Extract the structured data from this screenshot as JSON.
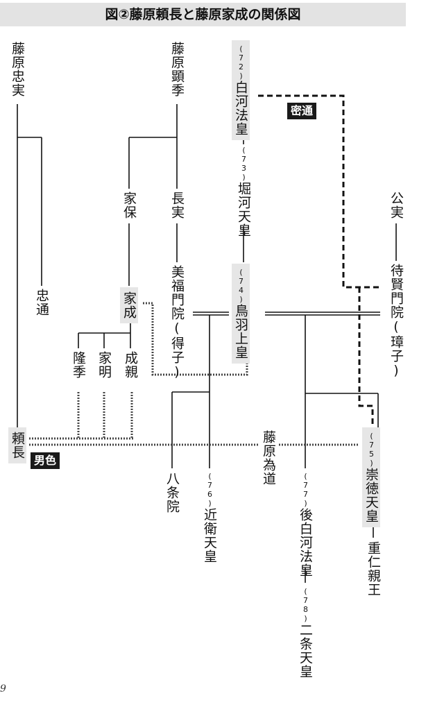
{
  "title": "図②藤原頼長と藤原家成の関係図",
  "people": {
    "tadazane": "藤原忠実",
    "akisue": "藤原顕季",
    "shirakawa_num": "(72)",
    "shirakawa": "白河法皇",
    "horikawa_num": "(73)",
    "horikawa": "堀河天皇",
    "kinzane": "公実",
    "ienari_father": "家保",
    "nagazane": "長実",
    "bifukumonin": "美福門院(得子)",
    "toba_num": "(74)",
    "toba": "鳥羽上皇",
    "taikenmonin": "待賢門院(璋子)",
    "tadamichi": "忠通",
    "ienari": "家成",
    "takasue": "隆季",
    "ieakira": "家明",
    "narichika": "成親",
    "yorinaga": "頼長",
    "fujiwara_tamemichi": "藤原為道",
    "sutoku_num": "(75)",
    "sutoku": "崇徳天皇",
    "hachijoin": "八条院",
    "konoe_num": "(76)",
    "konoe": "近衛天皇",
    "goshirakawa_num": "(77)",
    "goshirakawa": "後白河法皇",
    "nijo_num": "(78)",
    "nijo": "二条天皇",
    "shigehito": "重仁親王"
  },
  "tags": {
    "mittsu": "密通",
    "nanshoku": "男色"
  },
  "page_number": "9"
}
